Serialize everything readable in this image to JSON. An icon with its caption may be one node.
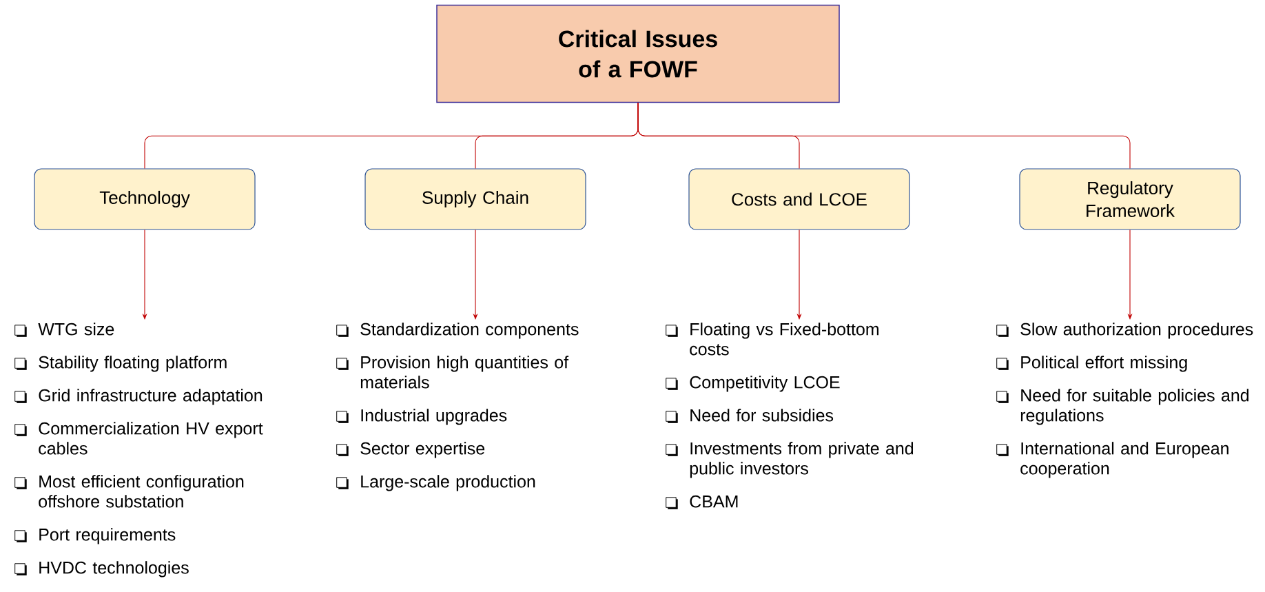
{
  "diagram": {
    "nodes": [
      {
        "text": [
          "Critical Issues of a FOWF"
        ]
      },
      {
        "text": [
          "Technology"
        ]
      },
      {
        "text": [
          "Supply Chain"
        ]
      },
      {
        "text": [
          "Costs and LCOE"
        ]
      },
      {
        "text": [
          "Regulatory Framework"
        ]
      },
      {
        "text": [
          "WTG size",
          "Stability floating platform",
          "Grid infrastructure adaptation",
          "Commercialization HV export cables",
          "Most efficient configuration offshore substation",
          "Port requirements",
          "HVDC technologies"
        ]
      },
      {
        "text": [
          "Standardization components",
          "Provision high quantities of materials",
          "Industrial upgrades",
          "Sector expertise",
          "Large-scale production"
        ]
      },
      {
        "text": [
          "Floating vs Fixed-bottom costs",
          "Competitivity LCOE",
          "Need for subsidies",
          "Investments from private and public investors",
          "CBAM"
        ]
      },
      {
        "text": [
          "Slow authorization procedures",
          "Political effort missing",
          "Need for suitable policies and regulations",
          "International and European cooperation"
        ]
      }
    ],
    "edges": [
      {
        "from": 0,
        "to": 1,
        "arrow": "none"
      },
      {
        "from": 0,
        "to": 2,
        "arrow": "none"
      },
      {
        "from": 0,
        "to": 3,
        "arrow": "none"
      },
      {
        "from": 0,
        "to": 4,
        "arrow": "none"
      },
      {
        "from": 1,
        "to": 5,
        "arrow": "to"
      },
      {
        "from": 2,
        "to": 6,
        "arrow": "to"
      },
      {
        "from": 3,
        "to": 7,
        "arrow": "to"
      },
      {
        "from": 4,
        "to": 8,
        "arrow": "to"
      }
    ]
  }
}
